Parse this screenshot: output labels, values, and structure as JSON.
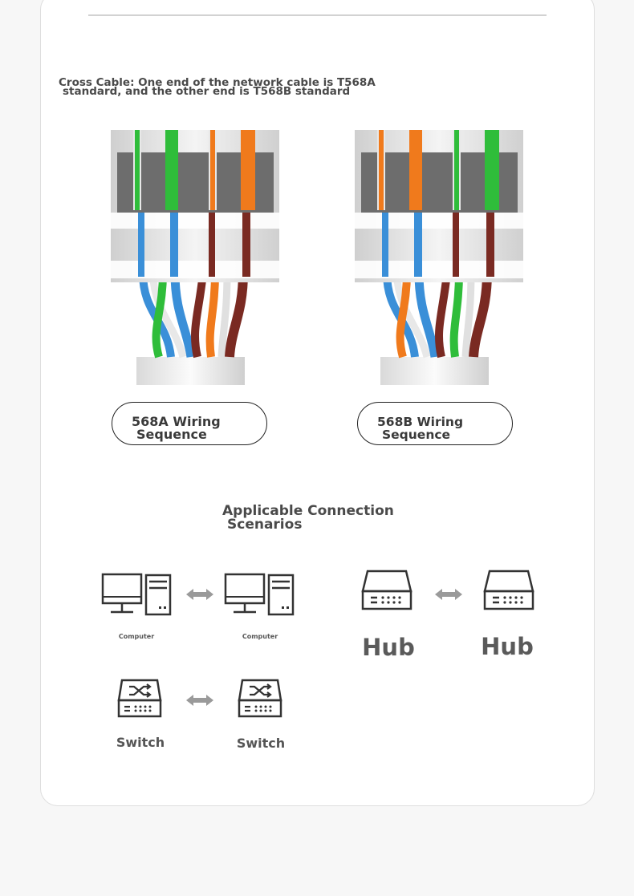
{
  "caption": {
    "line1": "Cross Cable: One end of the network cable is T568A",
    "line2": "standard, and the other end is T568B standard"
  },
  "connectors": {
    "a": {
      "line1": "568A Wiring",
      "line2": "Sequence"
    },
    "b": {
      "line1": "568B Wiring",
      "line2": "Sequence"
    }
  },
  "scenarios": {
    "title_line1": "Applicable Connection",
    "title_line2": "Scenarios",
    "computer_left": "Computer",
    "computer_right": "Computer",
    "hub_left": "Hub",
    "hub_right": "Hub",
    "switch_left": "Switch",
    "switch_right": "Switch"
  },
  "colors": {
    "green": "#2fbd3a",
    "orange": "#f07a1c",
    "blue": "#3a8fd8",
    "brown": "#7a2a22",
    "icon": "#333333",
    "arrow": "#9a9a9a"
  },
  "icons": [
    "computer-icon",
    "hub-icon",
    "switch-icon",
    "double-arrow-icon"
  ]
}
